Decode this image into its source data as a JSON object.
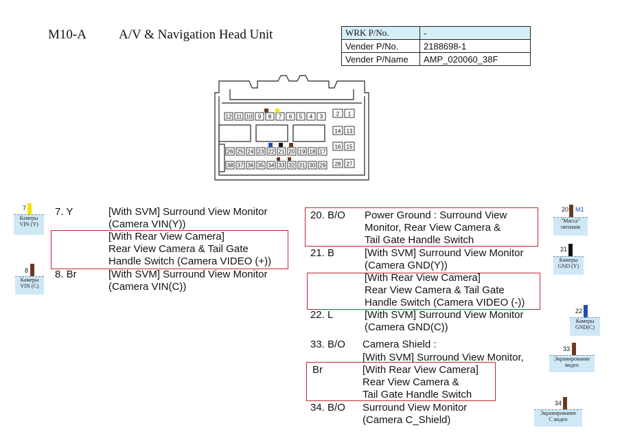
{
  "header": {
    "code": "M10-A",
    "title": "A/V & Navigation Head Unit"
  },
  "info_table": [
    {
      "label": "WRK P/No.",
      "value": "-"
    },
    {
      "label": "Vender P/No.",
      "value": "2188698-1"
    },
    {
      "label": "Vender P/Name",
      "value": "AMP_020060_38F"
    }
  ],
  "connector": {
    "top_row": [
      "12",
      "11",
      "10",
      "9",
      "8",
      "7",
      "6",
      "5",
      "4",
      "3"
    ],
    "right_top": [
      "2",
      "1"
    ],
    "right_mid1": [
      "14",
      "13"
    ],
    "right_mid2": [
      "16",
      "15"
    ],
    "right_bot": [
      "28",
      "27"
    ],
    "row_mid": [
      "26",
      "25",
      "24",
      "23",
      "22",
      "21",
      "20",
      "19",
      "18",
      "17"
    ],
    "row_bot": [
      "38",
      "37",
      "36",
      "35",
      "34",
      "33",
      "32",
      "31",
      "30",
      "29"
    ]
  },
  "pins_left": [
    {
      "pin": "7. Y",
      "lines": [
        "[With SVM] Surround View Monitor",
        "(Camera VIN(Y))",
        "[With Rear View Camera]",
        "Rear View Camera & Tail Gate",
        "Handle Switch (Camera VIDEO (+))"
      ]
    },
    {
      "pin": "8. Br",
      "lines": [
        "[With SVM] Surround View Monitor",
        "(Camera VIN(C))"
      ]
    }
  ],
  "pins_right": {
    "p20": {
      "pin": "20. B/O",
      "lines": [
        "Power Ground : Surround View",
        "Monitor, Rear View Camera &",
        "Tail Gate Handle Switch"
      ]
    },
    "p21": {
      "pin": "21. B",
      "lines": [
        "[With SVM] Surround View Monitor",
        "(Camera GND(Y))",
        "[With Rear View Camera]",
        "Rear View Camera & Tail Gate",
        "Handle Switch (Camera VIDEO (-))"
      ]
    },
    "p22": {
      "pin": "22. L",
      "lines": [
        "[With SVM] Surround View Monitor",
        "(Camera GND(C))"
      ]
    },
    "p33": {
      "pin": "33. B/O",
      "pin2": "Br",
      "lines": [
        "Camera Shield :",
        "[With SVM] Surround View Monitor,",
        "[With Rear View Camera]",
        "Rear View Camera &",
        "Tail Gate Handle Switch"
      ]
    },
    "p34": {
      "pin": "34. B/O",
      "lines": [
        "Surround View Monitor",
        "(Camera C_Shield)"
      ]
    }
  },
  "tags": {
    "t7": {
      "num": "7",
      "text1": "Камеры",
      "text2": "VIN (Y)",
      "color": "#f4e400"
    },
    "t8": {
      "num": "8",
      "text1": "Камеры",
      "text2": "VIN (C)",
      "color": "#6b3a1e"
    },
    "t20": {
      "num": "20",
      "num2": "M1",
      "text1": "\"Масса\"",
      "text2": "питания",
      "color": "#6b3a1e"
    },
    "t21": {
      "num": "21",
      "text1": "Камеры",
      "text2": "GND (Y)",
      "color": "#111111"
    },
    "t22": {
      "num": "22",
      "text1": "Камеры",
      "text2": "GND(C)",
      "color": "#1f4fa8"
    },
    "t33": {
      "num": "33",
      "text1": "Экранирование",
      "text2": "видео",
      "color": "#6b3a1e"
    },
    "t34": {
      "num": "34",
      "text1": "Экранирование",
      "text2": "C видео",
      "color": "#6b3a1e"
    }
  },
  "colors": {
    "highlight": "#c0262d",
    "tag_bg": "#cfe8f6",
    "table_header_bg": "#d6eef8"
  }
}
